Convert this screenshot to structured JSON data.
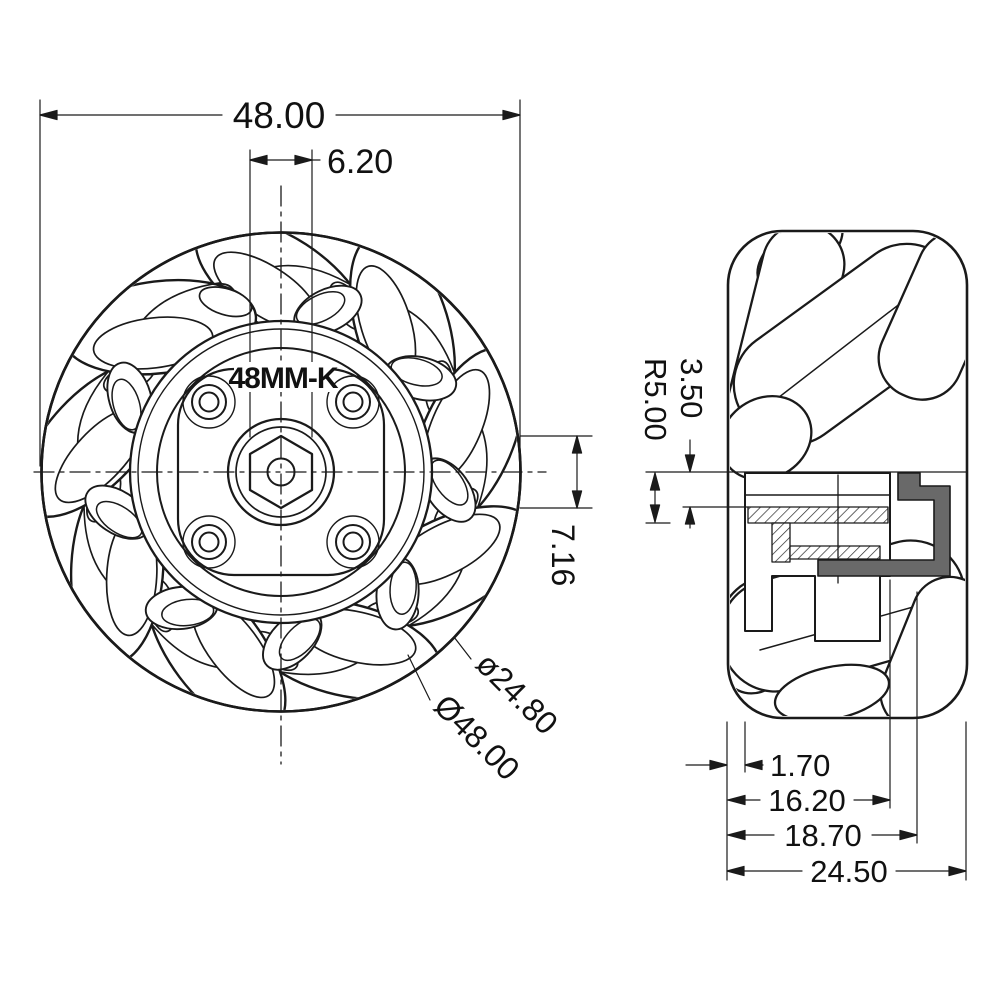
{
  "page": {
    "background": "#ffffff",
    "line_color": "#1a1a1a",
    "section_dark_fill": "#696969",
    "drawing_type": "mecanum-wheel-2-view-technical-drawing"
  },
  "front_view": {
    "model_label": "48MM-K",
    "dim_width": "48.00",
    "dim_bore_width": "6.20",
    "dim_bore_height": "7.16",
    "dim_hub_dia": "ø24.80",
    "dim_outer_dia": "Ø48.00"
  },
  "side_view": {
    "dim_top_offset": "3.50",
    "dim_roller_radius": "R5.00",
    "dim_lip": "1.70",
    "dim_hub": "16.20",
    "dim_inner": "18.70",
    "dim_overall": "24.50"
  }
}
